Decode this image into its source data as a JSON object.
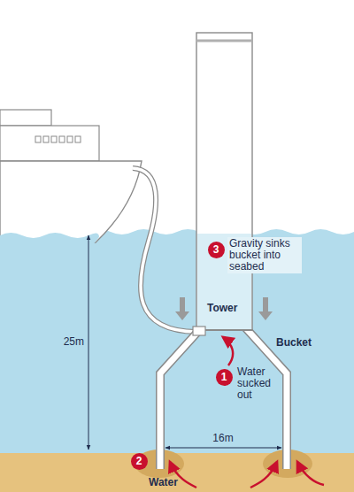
{
  "diagram": {
    "nodes": [
      {
        "text": [
          "3"
        ]
      },
      {
        "text": [
          "1"
        ]
      },
      {
        "text": [
          "2"
        ]
      }
    ],
    "edges": [],
    "labels": [
      "Gravity sinks bucket into seabed",
      "Tower",
      "Bucket",
      "Water sucked out",
      "25m",
      "16m",
      "Water"
    ]
  }
}
